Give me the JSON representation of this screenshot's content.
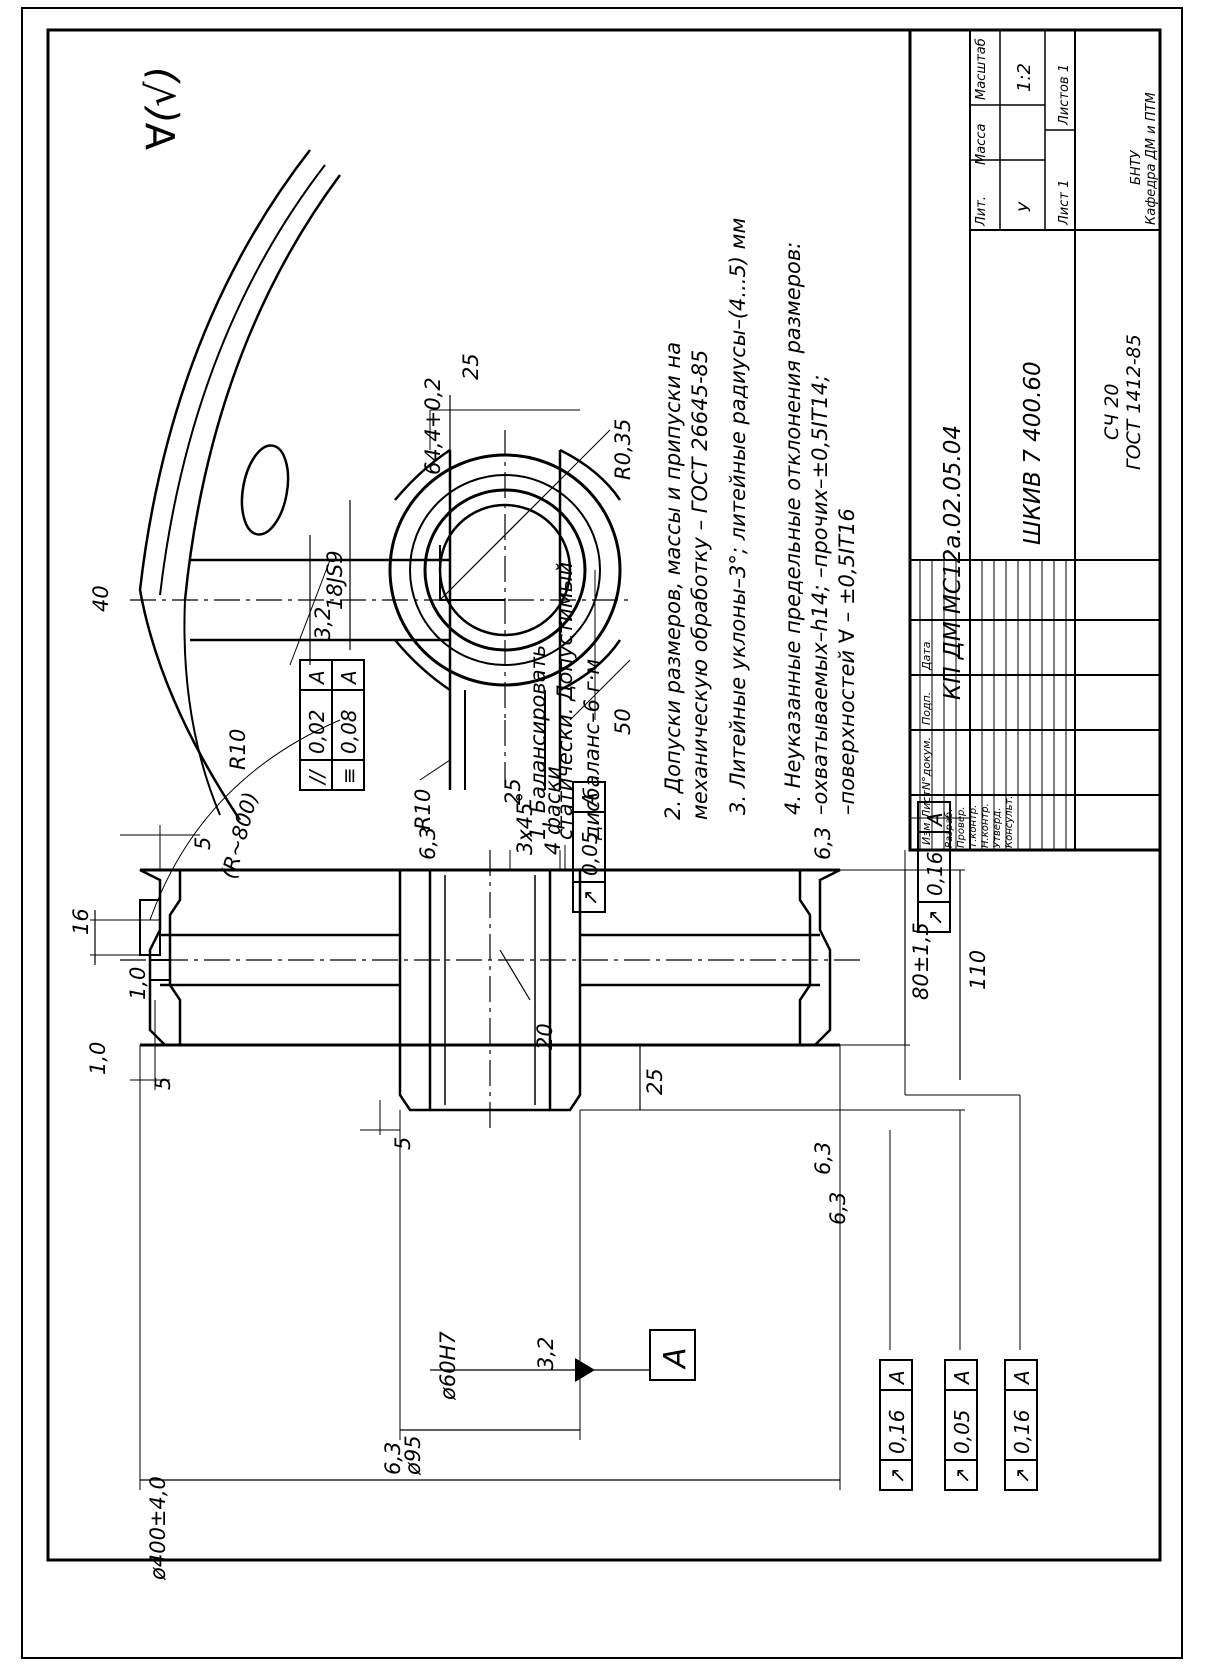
{
  "title_block": {
    "doc_code": "КП ДМ МС12а.02.05.04",
    "part_name": "ШКИВ 7 400.60",
    "material_line1": "СЧ 20",
    "material_line2": "ГОСТ 1412-85",
    "org_line1": "БНТУ",
    "org_line2": "Кафедра ДМ и ПТМ",
    "col_lit": "Лит.",
    "col_mass": "Масса",
    "col_scale": "Масштаб",
    "lit_value": "У",
    "scale_value": "1:2",
    "sheet_label": "Лист 1",
    "sheets_label": "Листов 1",
    "rev_headers": [
      "Изм",
      "Лист",
      "N°докум.",
      "Подп.",
      "Дата"
    ],
    "rev_rows": [
      "Разраб.",
      "Провер.",
      "Т.контр.",
      "Н.контр.",
      "Утверд.",
      "Консульт."
    ]
  },
  "notes": [
    "1. Балансировать статически. Допустимый дисбаланс–6 г·м",
    "2. Допуски размеров, массы и припуски на механическую обработку – ГОСТ 26645-85",
    "3. Литейные уклоны–3°; литейные радиусы–(4...5) мм",
    "4. Неуказанные предельные отклонения размеров: –охватываемых–h14; –прочих–±0,5IT14; –поверхностей ∀ – ±0,5IT16"
  ],
  "surface_mark": "∀(√)",
  "section_view": {
    "dims": {
      "d_outer": "ø400±4,0",
      "d_hub": "ø95",
      "d_bore": "ø60H7",
      "w_80": "80±1,5",
      "w_110": "110",
      "w_25": "25",
      "w_20": "20",
      "w_16": "16",
      "w_5a": "5",
      "w_5b": "5",
      "w_5c": "5",
      "w_10": "1,0",
      "radius_800": "(R~800)",
      "chamfer": "3х45°",
      "chamfer_note": "4 фаски",
      "ra_63a": "6,3",
      "ra_63b": "6,3",
      "ra_63c": "6,3",
      "ra_63d": "6,3",
      "ra_63e": "6,3",
      "ra_32": "3,2",
      "ra_25": "25",
      "ra_10": "1,0"
    },
    "datum": "A",
    "tolerances": [
      {
        "sym": "↗",
        "val": "0,05",
        "ref": "A"
      },
      {
        "sym": "↗",
        "val": "0,16",
        "ref": "A"
      },
      {
        "sym": "↗",
        "val": "0,16",
        "ref": "A"
      },
      {
        "sym": "↗",
        "val": "0,05",
        "ref": "A"
      },
      {
        "sym": "↗",
        "val": "0,16",
        "ref": "A"
      }
    ]
  },
  "hub_view": {
    "dims": {
      "key_width": "18JS9",
      "key_depth": "64,4+0,2",
      "rim_40": "40",
      "r10a": "R10",
      "r10b": "R10",
      "r035": "R0,35",
      "d50": "50",
      "ra_32": "3,2",
      "ra_25": "25"
    },
    "tolerances": [
      {
        "sym": "//",
        "val": "0,02",
        "ref": "A"
      },
      {
        "sym": "≡",
        "val": "0,08",
        "ref": "A"
      }
    ]
  }
}
